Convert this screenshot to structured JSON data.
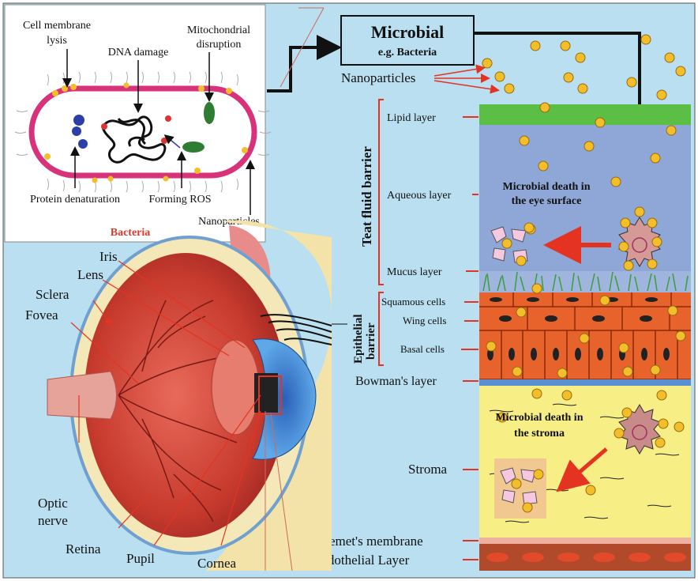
{
  "bacteria_panel": {
    "cell_membrane_lysis": [
      "Cell membrane",
      "lysis"
    ],
    "dna_damage": "DNA damage",
    "mitochondrial_disruption": [
      "Mitochondrial",
      "disruption"
    ],
    "protein_denaturation": "Protein denaturation",
    "forming_ros": "Forming ROS",
    "nanoparticles": "Nanoparticles",
    "caption": "Bacteria"
  },
  "microbial_box": {
    "title": "Microbial",
    "subtitle": "e.g. Bacteria"
  },
  "nanoparticles_label": "Nanoparticles",
  "tear_fluid_barrier": "Teat fluid barrier",
  "epithelial_barrier": [
    "Epithelial",
    "barrier"
  ],
  "layers": {
    "lipid": "Lipid layer",
    "aqueous": "Aqueous layer",
    "mucus": "Mucus layer",
    "squamous": "Squamous cells",
    "wing": "Wing cells",
    "basal": "Basal cells",
    "bowman": "Bowman's layer",
    "stroma": "Stroma",
    "descemet": "Descemet's membrane",
    "endothelial": "Endothelial Layer"
  },
  "death_surface": [
    "Microbial death in",
    "the eye surface"
  ],
  "death_stroma": [
    "Microbial death in",
    "the stroma"
  ],
  "eye_labels": {
    "iris": "Iris",
    "lens": "Lens",
    "sclera": "Sclera",
    "fovea": "Fovea",
    "optic_nerve": [
      "Optic",
      "nerve"
    ],
    "retina": "Retina",
    "pupil": "Pupil",
    "cornea": "Cornea"
  },
  "colors": {
    "background": "#b9dff0",
    "lipid": "#5bbf45",
    "aqueous": "#8ea7d6",
    "stroma": "#f7ee86",
    "epithelium": "#e8622c",
    "nanoparticle": "#f2be2a",
    "arrow_red": "#e53322",
    "membrane_pink": "#d8327a"
  }
}
